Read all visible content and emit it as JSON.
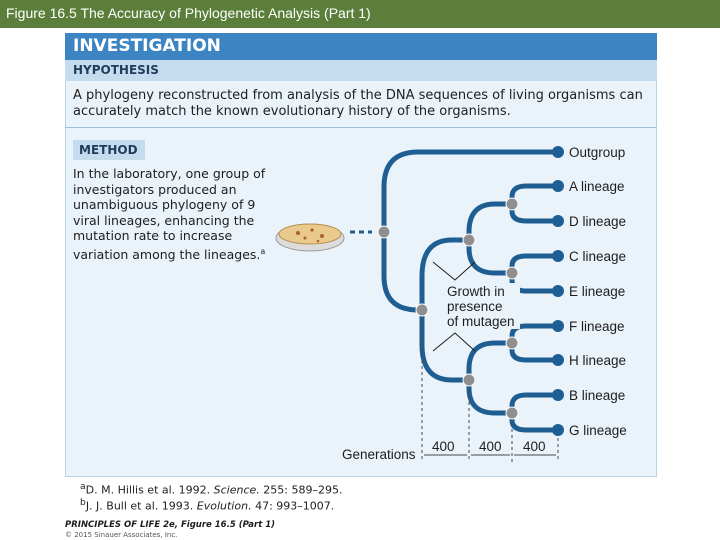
{
  "figure_title": "Figure 16.5 The Accuracy of Phylogenetic Analysis (Part 1)",
  "panel": {
    "header": "INVESTIGATION",
    "hypothesis_label": "HYPOTHESIS",
    "hypothesis_text": "A phylogeny reconstructed from analysis of the DNA sequences of living organisms can accurately match the known evolutionary history of the organisms.",
    "method_label": "METHOD",
    "method_text": "In the laboratory, one group of investigators produced an unambiguous phylogeny of 9 viral lineages, enhancing the mutation rate to increase variation among the lineages.",
    "method_sup": "a"
  },
  "diagram": {
    "leaves": [
      "Outgroup",
      "A lineage",
      "D lineage",
      "C lineage",
      "E lineage",
      "F lineage",
      "H lineage",
      "B lineage",
      "G lineage"
    ],
    "growth_label": [
      "Growth in",
      "presence",
      "of mutagen"
    ],
    "generations_label": "Generations",
    "intervals": [
      "400",
      "400",
      "400"
    ],
    "colors": {
      "branch": "#1f5e93",
      "node": "#8f8f8f",
      "leaf_node": "#1f5e93"
    }
  },
  "footnotes": [
    {
      "mark": "a",
      "authors": "D. M. Hillis et al. 1992. ",
      "journal": "Science.",
      "rest": " 255: 589–295."
    },
    {
      "mark": "b",
      "authors": "J. J. Bull et al. 1993. ",
      "journal": "Evolution.",
      "rest": " 47: 993–1007."
    }
  ],
  "credit": {
    "line1": "PRINCIPLES OF LIFE 2e, Figure 16.5 (Part 1)",
    "line2": "© 2015 Sinauer Associates, Inc."
  }
}
